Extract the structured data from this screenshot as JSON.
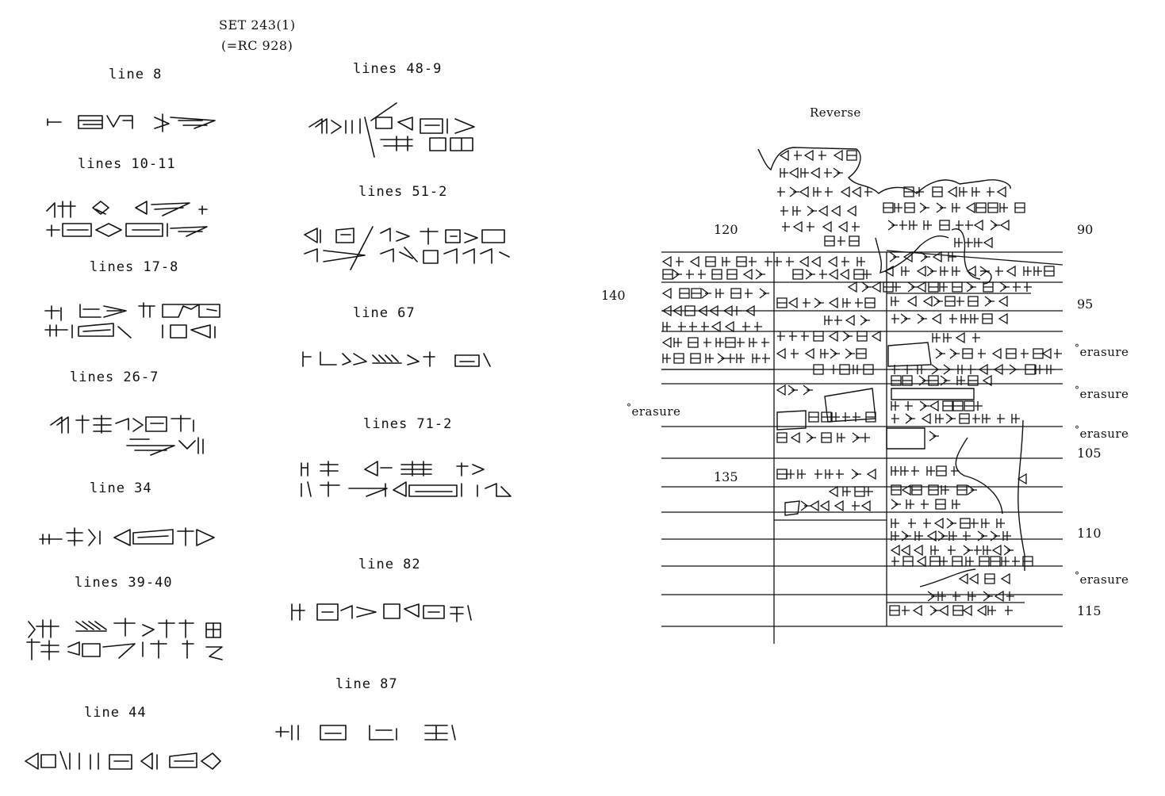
{
  "header": {
    "title": "SET 243(1)",
    "subtitle": "(=RC 928)"
  },
  "left_labels": [
    "line 8",
    "lines 10-11",
    "lines 17-8",
    "lines 26-7",
    "line 34",
    "lines 39-40",
    "line 44"
  ],
  "middle_labels": [
    "lines 48-9",
    "lines 51-2",
    "line 67",
    "lines 71-2",
    "line 82",
    "line 87"
  ],
  "reverse": {
    "title": "Reverse",
    "left_numbers": [
      "120",
      "140",
      "135"
    ],
    "left_note": "erasure",
    "right_numbers": [
      "90",
      "95",
      "105",
      "110",
      "115"
    ],
    "right_notes": [
      "erasure",
      "erasure",
      "erasure",
      "erasure"
    ]
  }
}
